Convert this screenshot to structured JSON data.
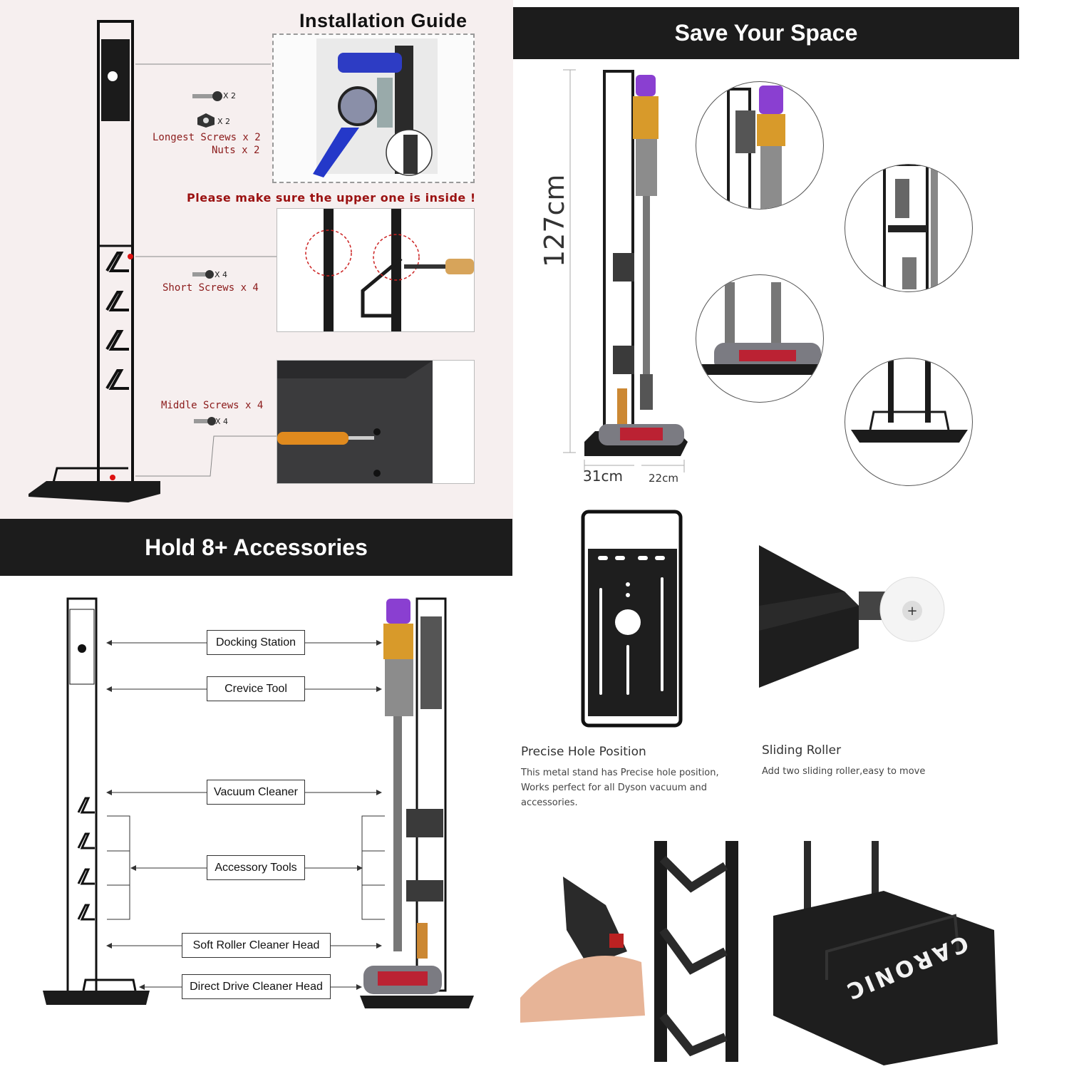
{
  "installation": {
    "title": "Installation Guide",
    "longest_qty": "X 2",
    "nuts_qty": "X 2",
    "longest_screws": "Longest Screws x 2",
    "nuts": "Nuts x 2",
    "warning": "Please make sure the upper one is inside !",
    "short_qty": "X 4",
    "short_screws": "Short Screws x 4",
    "middle_screws": "Middle Screws x 4",
    "middle_qty": "X 4"
  },
  "save_space": {
    "title": "Save Your Space",
    "height": "127cm",
    "width": "31cm",
    "depth": "22cm"
  },
  "accessories": {
    "title": "Hold 8+ Accessories",
    "labels": [
      "Docking Station",
      "Crevice Tool",
      "Vacuum Cleaner",
      "Accessory Tools",
      "Soft Roller Cleaner Head",
      "Direct Drive Cleaner Head"
    ]
  },
  "features": {
    "precise_title": "Precise Hole Position",
    "precise_desc_1": "This metal stand has Precise hole position,",
    "precise_desc_2": "Works perfect for all Dyson vacuum and",
    "precise_desc_3": "accessories.",
    "roller_title": "Sliding Roller",
    "roller_desc": "Add two sliding roller,easy to move",
    "brand": "CARONIC"
  },
  "colors": {
    "band": "#1c1c1c",
    "warning": "#9b1111",
    "vacuum_purple": "#8a3fd1",
    "vacuum_gold": "#d89a2a"
  }
}
